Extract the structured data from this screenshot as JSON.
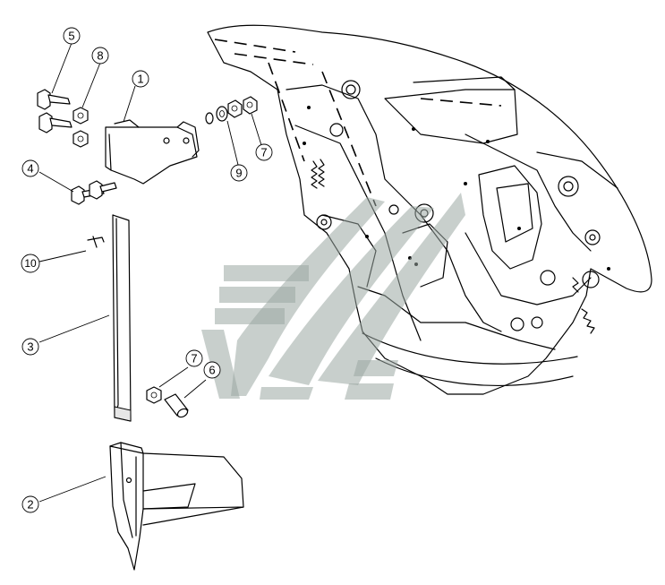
{
  "callouts": [
    {
      "id": "c1",
      "label": "1"
    },
    {
      "id": "c2",
      "label": "2"
    },
    {
      "id": "c3",
      "label": "3"
    },
    {
      "id": "c4",
      "label": "4"
    },
    {
      "id": "c5",
      "label": "5"
    },
    {
      "id": "c6",
      "label": "6"
    },
    {
      "id": "c7a",
      "label": "7"
    },
    {
      "id": "c7b",
      "label": "7"
    },
    {
      "id": "c8",
      "label": "8"
    },
    {
      "id": "c9",
      "label": "9"
    },
    {
      "id": "c10",
      "label": "10"
    }
  ],
  "colors": {
    "line": "#000000",
    "background": "#ffffff",
    "watermark": "#9aa7a2"
  }
}
